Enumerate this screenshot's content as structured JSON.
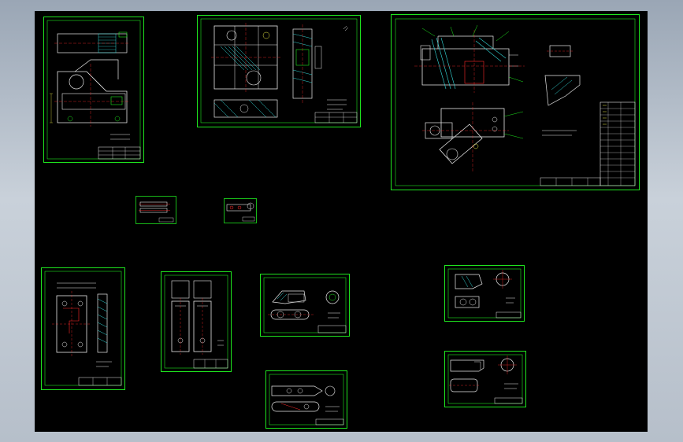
{
  "window": {
    "background_top": "#9aa6b5",
    "background_bottom": "#b6bfca",
    "canvas_color": "#000000"
  },
  "colors": {
    "frame": "#1ee61e",
    "geometry": "#e8e8e8",
    "centerline": "#ff2a2a",
    "dimension": "#e8e844",
    "hatch": "#33d6d6"
  },
  "drawing_sheets": [
    {
      "id": "part-a",
      "kind": "part-drawing",
      "label_lines": 2
    },
    {
      "id": "assembly-small",
      "kind": "assembly-drawing",
      "label_lines": 2
    },
    {
      "id": "assembly-main",
      "kind": "assembly-drawing",
      "label_lines": 1
    },
    {
      "id": "thumb-1",
      "kind": "detail-drawing"
    },
    {
      "id": "thumb-2",
      "kind": "detail-drawing"
    },
    {
      "id": "part-b",
      "kind": "part-drawing"
    },
    {
      "id": "part-c",
      "kind": "part-drawing"
    },
    {
      "id": "part-d",
      "kind": "part-drawing"
    },
    {
      "id": "part-e",
      "kind": "part-drawing"
    },
    {
      "id": "part-f",
      "kind": "part-drawing"
    },
    {
      "id": "part-g",
      "kind": "part-drawing"
    }
  ]
}
